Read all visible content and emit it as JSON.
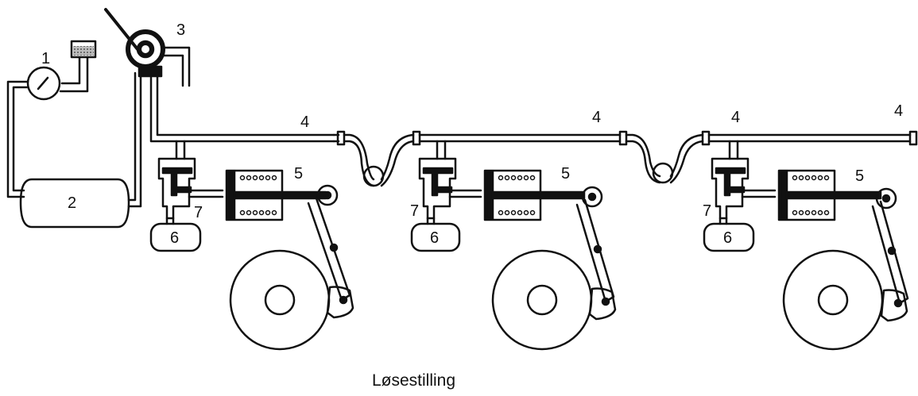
{
  "labels": {
    "gauge": "1",
    "reservoir": "2",
    "drivers_valve": "3",
    "brake_pipe": "4",
    "brake_cylinder": "5",
    "aux_reservoir": "6",
    "triple_valve": "7"
  },
  "caption": "Løsestilling",
  "colors": {
    "ink": "#111111",
    "paper": "#ffffff",
    "gauge_fill": "#9a9a9a"
  }
}
